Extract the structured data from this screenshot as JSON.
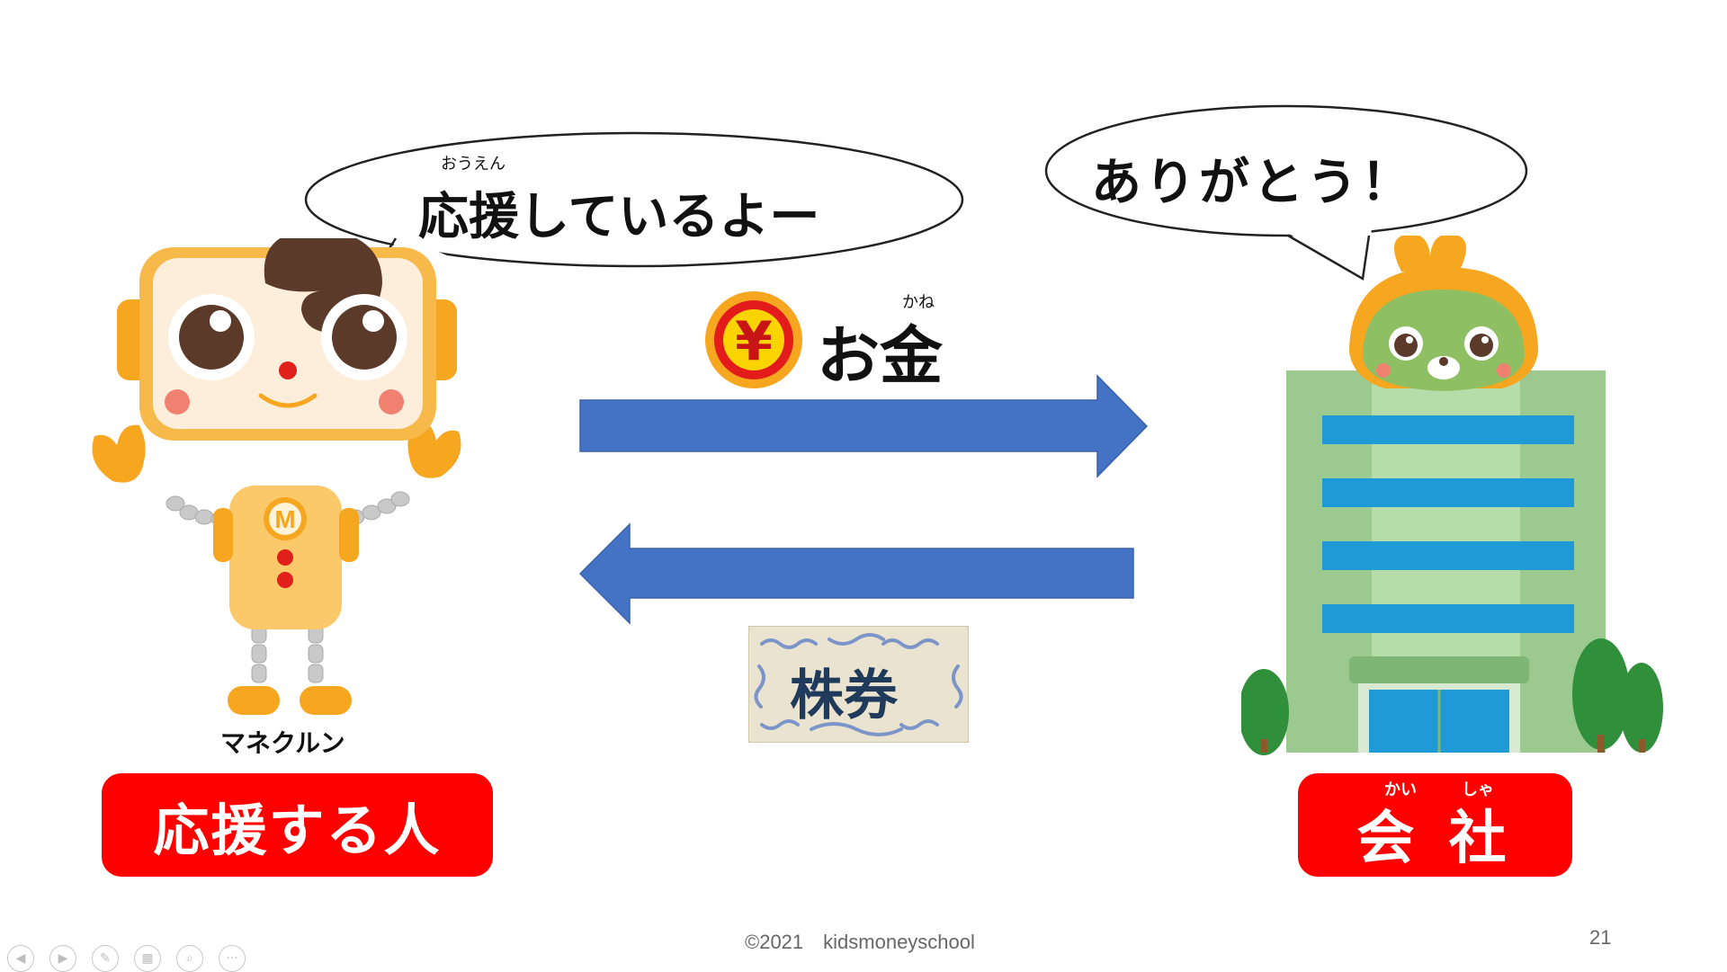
{
  "slide": {
    "left_bubble": {
      "text": "応援しているよー",
      "ruby": "おうえん"
    },
    "right_bubble": {
      "text": "ありがとう！"
    },
    "money": {
      "text": "お金",
      "ruby": "かね",
      "coin_symbol": "¥"
    },
    "stock": {
      "text": "株券"
    },
    "robot_name": "マネクルン",
    "robot_chest_letter": "M",
    "left_label": "応援する人",
    "right_label": {
      "text": "会 社",
      "ruby_kai": "かい",
      "ruby_sha": "しゃ"
    },
    "footer": {
      "copyright": "©2021　kidsmoneyschool",
      "page": "21"
    }
  },
  "colors": {
    "arrow": "#4472c4",
    "label_bg": "#ff0000",
    "building": "#9cc98f",
    "window": "#1e9bd7"
  },
  "icons": [
    "prev-icon",
    "next-icon",
    "pen-icon",
    "grid-icon",
    "zoom-icon",
    "more-icon"
  ]
}
